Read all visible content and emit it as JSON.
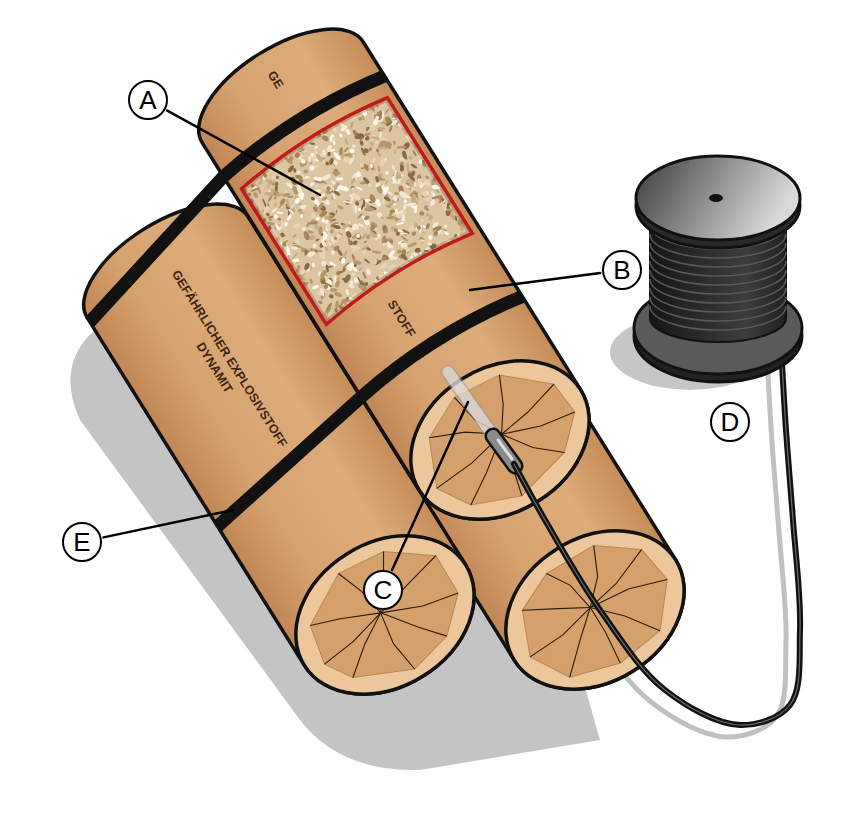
{
  "diagram": {
    "nodes": [
      {
        "text": [
          "A"
        ]
      },
      {
        "text": [
          "B"
        ]
      },
      {
        "text": [
          "D"
        ]
      },
      {
        "text": [
          "E"
        ]
      },
      {
        "text": [
          "C"
        ]
      }
    ],
    "labels": [
      "GE",
      "STOFF",
      "GEFÄHRLICHER EXPLOSIVSTOFF",
      "DYNAMIT"
    ]
  }
}
